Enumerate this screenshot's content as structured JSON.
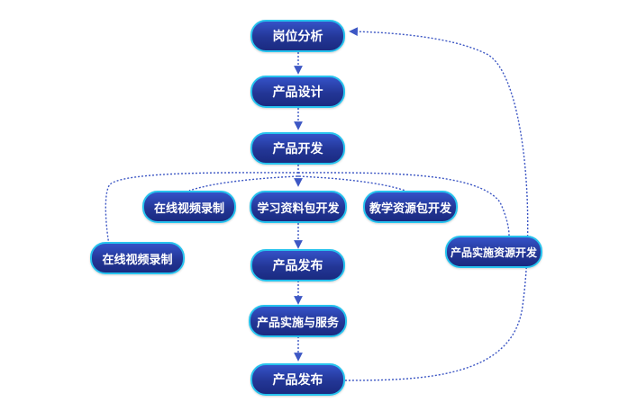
{
  "nodes": {
    "position_analysis": "岗位分析",
    "product_design": "产品设计",
    "product_development": "产品开发",
    "video_recording_left": "在线视频录制",
    "video_recording_top": "在线视频录制",
    "learning_material_dev": "学习资料包开发",
    "teaching_resource_dev": "教学资源包开发",
    "implementation_resource_dev": "产品实施资源开发",
    "product_release_1": "产品发布",
    "implementation_service": "产品实施与服务",
    "product_release_2": "产品发布"
  },
  "colors": {
    "node_fill_top": "#3552c8",
    "node_fill_bottom": "#1a2a80",
    "node_border": "#27c3ee",
    "connector": "#3d57c4",
    "node_text": "#ffffff"
  }
}
